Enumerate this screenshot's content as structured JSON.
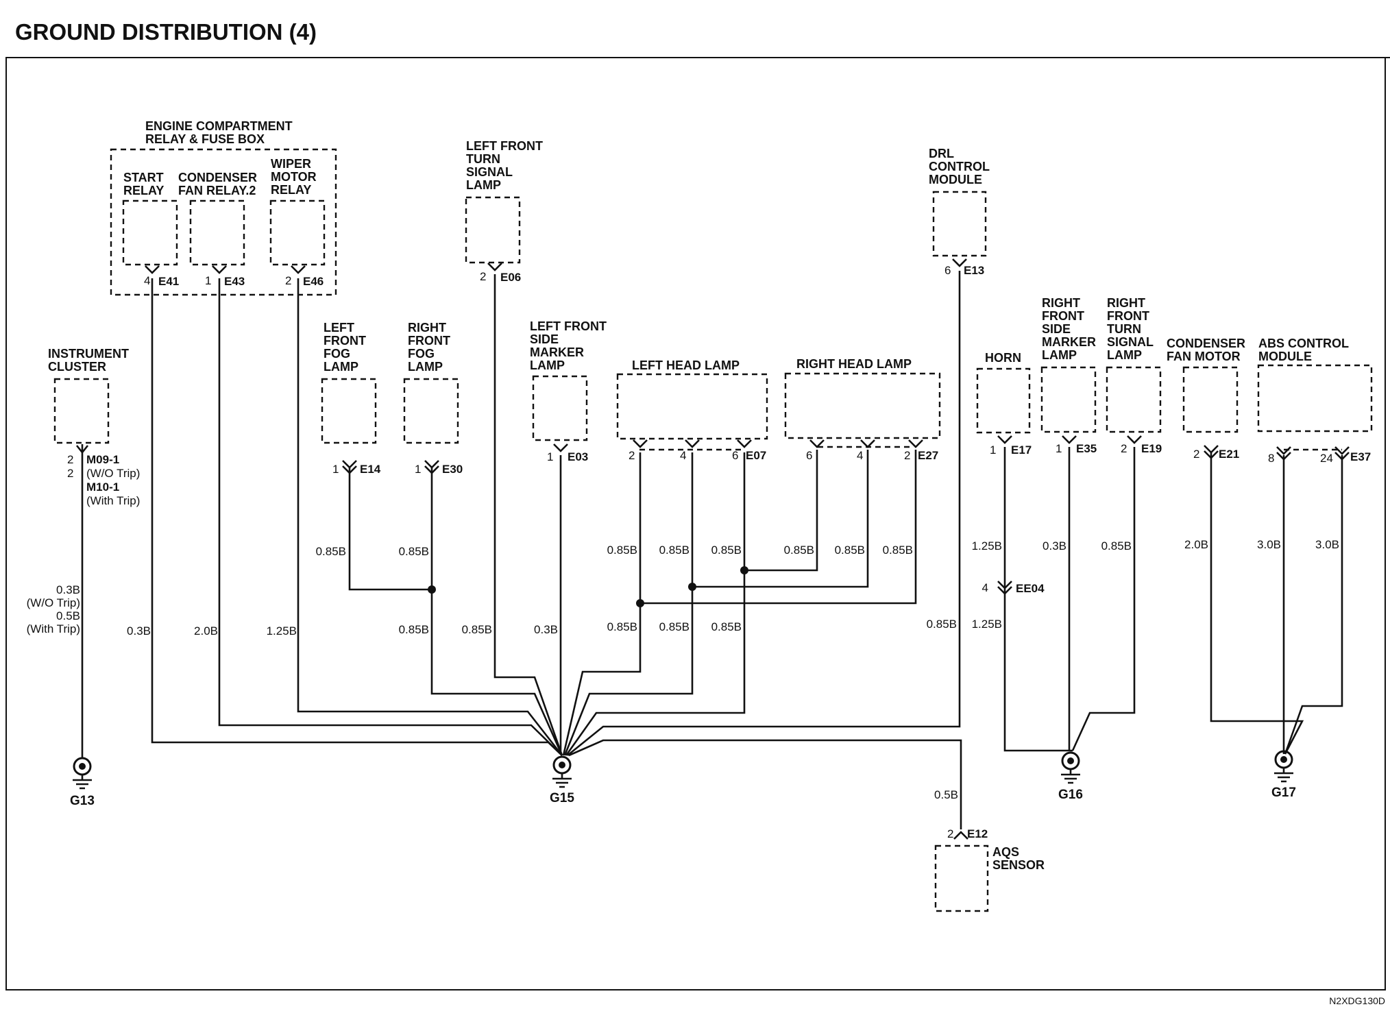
{
  "title": "GROUND DISTRIBUTION (4)",
  "diagram_code": "N2XDG130D",
  "relay_box_label": [
    "ENGINE COMPARTMENT",
    "RELAY & FUSE BOX"
  ],
  "components": [
    {
      "id": "start-relay",
      "label": [
        "START",
        "RELAY"
      ],
      "pin": "4",
      "connector": "E41",
      "wire": "0.3B",
      "ground": "G15"
    },
    {
      "id": "condenser-fan-relay",
      "label": [
        "CONDENSER",
        "FAN RELAY.2"
      ],
      "pin": "1",
      "connector": "E43",
      "wire": "2.0B",
      "ground": "G15"
    },
    {
      "id": "wiper-motor-relay",
      "label": [
        "WIPER",
        "MOTOR",
        "RELAY"
      ],
      "pin": "2",
      "connector": "E46",
      "wire": "1.25B",
      "ground": "G15"
    },
    {
      "id": "instrument-cluster",
      "label": [
        "INSTRUMENT",
        "CLUSTER"
      ],
      "pin": "2",
      "connector": "M09-1",
      "ground": "G13"
    },
    {
      "id": "left-front-turn-signal-lamp",
      "label": [
        "LEFT FRONT",
        "TURN",
        "SIGNAL",
        "LAMP"
      ],
      "pin": "2",
      "connector": "E06",
      "wire": "0.85B",
      "ground": "G15"
    },
    {
      "id": "left-front-fog-lamp",
      "label": [
        "LEFT",
        "FRONT",
        "FOG",
        "LAMP"
      ],
      "pin": "1",
      "connector": "E14",
      "wire": "0.85B",
      "ground": "G15"
    },
    {
      "id": "right-front-fog-lamp",
      "label": [
        "RIGHT",
        "FRONT",
        "FOG",
        "LAMP"
      ],
      "pin": "1",
      "connector": "E30",
      "wire": "0.85B",
      "ground": "G15"
    },
    {
      "id": "left-front-side-marker-lamp",
      "label": [
        "LEFT FRONT",
        "SIDE",
        "MARKER",
        "LAMP"
      ],
      "pin": "1",
      "connector": "E03",
      "wire": "0.3B",
      "ground": "G15"
    },
    {
      "id": "left-head-lamp",
      "label": [
        "LEFT HEAD LAMP"
      ],
      "pins": [
        "2",
        "4",
        "6"
      ],
      "connector": "E07",
      "wire": "0.85B",
      "ground": "G15"
    },
    {
      "id": "right-head-lamp",
      "label": [
        "RIGHT HEAD LAMP"
      ],
      "pins": [
        "6",
        "4",
        "2"
      ],
      "connector": "E27",
      "wire": "0.85B",
      "ground": "G15"
    },
    {
      "id": "drl-control-module",
      "label": [
        "DRL",
        "CONTROL",
        "MODULE"
      ],
      "pin": "6",
      "connector": "E13",
      "wire": "0.85B",
      "ground": "G15"
    },
    {
      "id": "horn",
      "label": [
        "HORN"
      ],
      "pin": "1",
      "connector": "E17",
      "wire": "1.25B",
      "ground": "G16"
    },
    {
      "id": "right-front-side-marker-lamp",
      "label": [
        "RIGHT",
        "FRONT",
        "SIDE",
        "MARKER",
        "LAMP"
      ],
      "pin": "1",
      "connector": "E35",
      "wire": "0.3B",
      "ground": "G16"
    },
    {
      "id": "right-front-turn-signal-lamp",
      "label": [
        "RIGHT",
        "FRONT",
        "TURN",
        "SIGNAL",
        "LAMP"
      ],
      "pin": "2",
      "connector": "E19",
      "wire": "0.85B",
      "ground": "G16"
    },
    {
      "id": "condenser-fan-motor",
      "label": [
        "CONDENSER",
        "FAN MOTOR"
      ],
      "pin": "2",
      "connector": "E21",
      "wire": "2.0B",
      "ground": "G17"
    },
    {
      "id": "abs-control-module",
      "label": [
        "ABS CONTROL",
        "MODULE"
      ],
      "pins": [
        "8",
        "24"
      ],
      "connector": "E37",
      "wire": "3.0B",
      "ground": "G17"
    },
    {
      "id": "aqs-sensor",
      "label": [
        "AQS",
        "SENSOR"
      ],
      "pin": "2",
      "connector": "E12",
      "wire": "0.5B",
      "ground": "G15"
    }
  ],
  "instrument_cluster_connectors": [
    {
      "pin": "2",
      "connector": "M09-1",
      "note": "(W/O Trip)"
    },
    {
      "pin": "2",
      "connector": "M10-1",
      "note": "(With Trip)"
    }
  ],
  "instrument_cluster_wire": [
    {
      "size": "0.3B",
      "note": "(W/O Trip)"
    },
    {
      "size": "0.5B",
      "note": "(With Trip)"
    }
  ],
  "horn_inline_connector": {
    "pin": "4",
    "connector": "EE04"
  },
  "wire_labels": {
    "fog_left": "0.85B",
    "fog_right": "0.85B",
    "head_l1": "0.85B",
    "head_l2": "0.85B",
    "head_l3": "0.85B",
    "head_r1": "0.85B",
    "head_r2": "0.85B",
    "head_r3": "0.85B",
    "merge_fog": "0.85B",
    "turn_left": "0.85B",
    "marker_left": "0.3B",
    "merge_h1": "0.85B",
    "merge_h2": "0.85B",
    "merge_h3": "0.85B",
    "start": "0.3B",
    "condenser_relay": "2.0B",
    "wiper": "1.25B",
    "drl": "0.85B",
    "horn_upper": "1.25B",
    "horn_lower": "1.25B",
    "rf_marker": "0.3B",
    "rf_turn": "0.85B",
    "cond_motor": "2.0B",
    "abs_8": "3.0B",
    "abs_24": "3.0B",
    "aqs": "0.5B"
  },
  "grounds": [
    "G13",
    "G15",
    "G16",
    "G17"
  ]
}
